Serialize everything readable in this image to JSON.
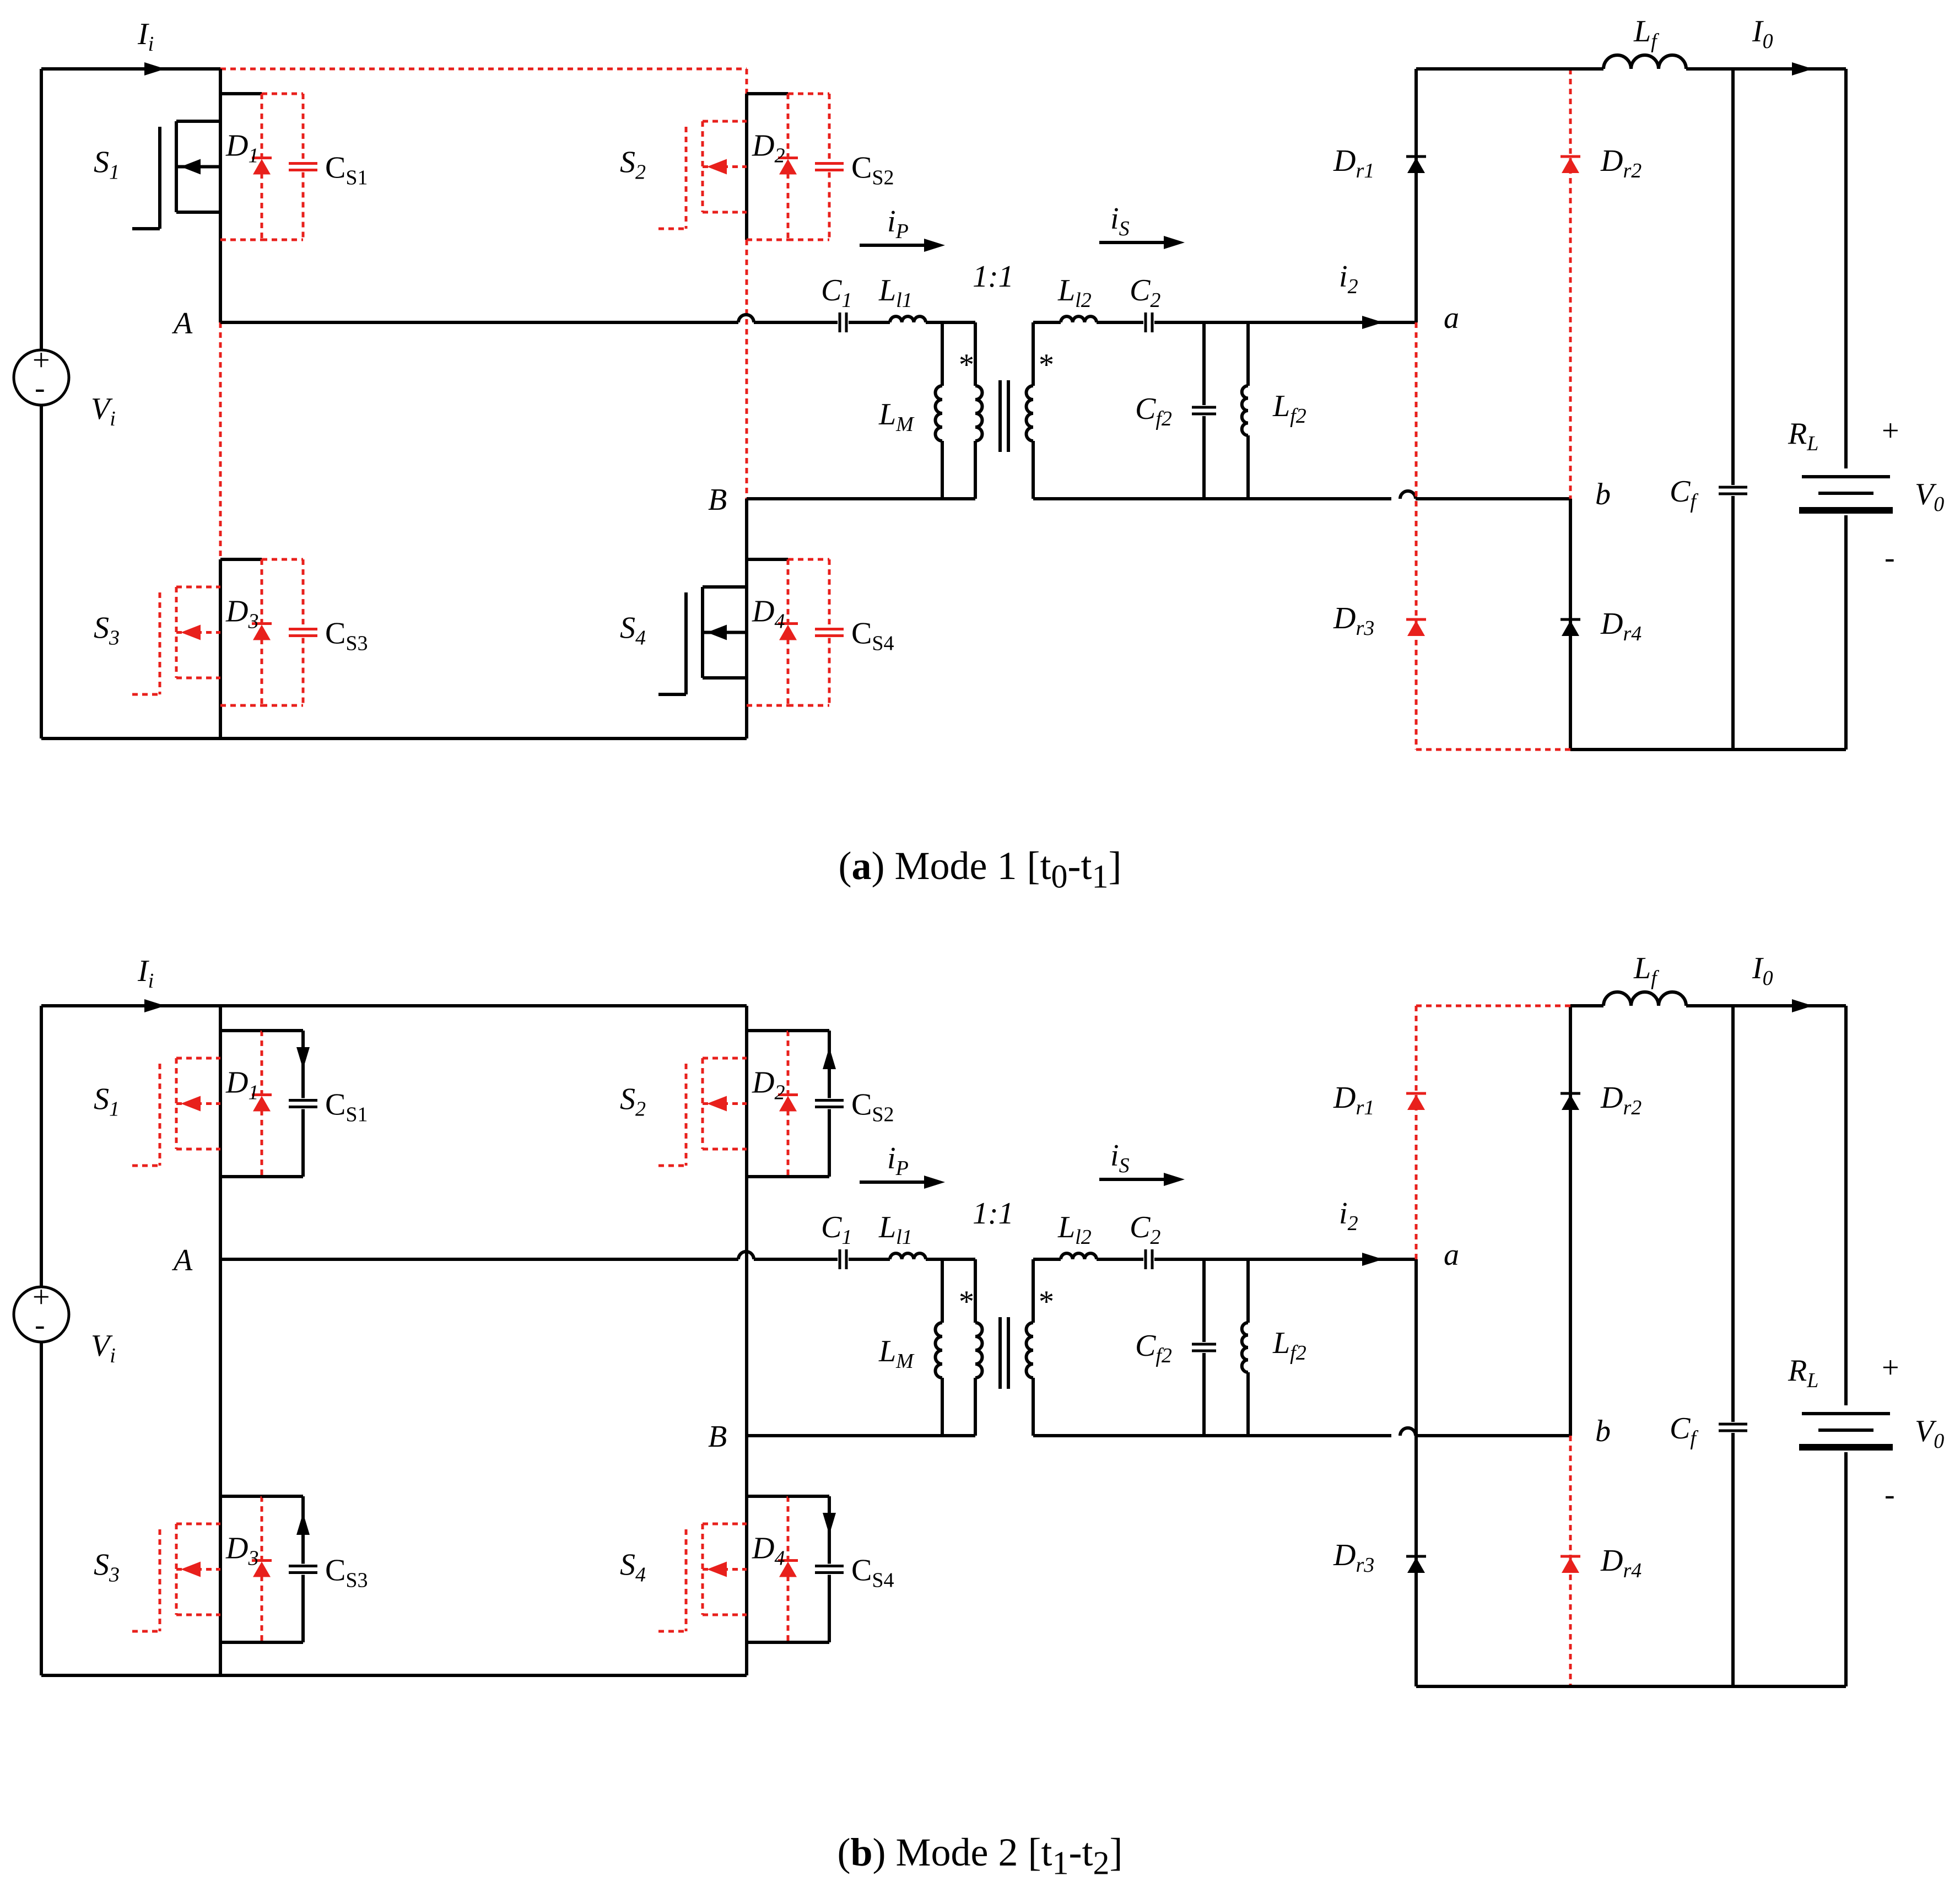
{
  "figures": [
    {
      "id": "a",
      "caption": {
        "letter": "a",
        "text": "Mode 1 [t0-t1]",
        "mode": "Mode 1",
        "interval_start": "t",
        "interval_start_sub": "0",
        "interval_end": "t",
        "interval_end_sub": "1"
      },
      "active": {
        "S1": true,
        "S2": false,
        "S3": false,
        "S4": true,
        "Dr1": true,
        "Dr2": false,
        "Dr3": false,
        "Dr4": true
      }
    },
    {
      "id": "b",
      "caption": {
        "letter": "b",
        "text": "Mode 2 [t1-t2]",
        "mode": "Mode 2",
        "interval_start": "t",
        "interval_start_sub": "1",
        "interval_end": "t",
        "interval_end_sub": "2"
      },
      "active": {
        "S1": false,
        "S2": false,
        "S3": false,
        "S4": false,
        "Dr1": false,
        "Dr2": true,
        "Dr3": true,
        "Dr4": false
      }
    }
  ],
  "labels": {
    "Ii": {
      "main": "I",
      "sub": "i"
    },
    "Vi": {
      "main": "V",
      "sub": "i"
    },
    "S1": {
      "main": "S",
      "sub": "1"
    },
    "S2": {
      "main": "S",
      "sub": "2"
    },
    "S3": {
      "main": "S",
      "sub": "3"
    },
    "S4": {
      "main": "S",
      "sub": "4"
    },
    "D1": {
      "main": "D",
      "sub": "1"
    },
    "D2": {
      "main": "D",
      "sub": "2"
    },
    "D3": {
      "main": "D",
      "sub": "3"
    },
    "D4": {
      "main": "D",
      "sub": "4"
    },
    "CS1": {
      "main": "C",
      "sub": "S1"
    },
    "CS2": {
      "main": "C",
      "sub": "S2"
    },
    "CS3": {
      "main": "C",
      "sub": "S3"
    },
    "CS4": {
      "main": "C",
      "sub": "S4"
    },
    "A": "A",
    "B": "B",
    "iP": {
      "main": "i",
      "sub": "P"
    },
    "iS": {
      "main": "i",
      "sub": "S"
    },
    "i2": {
      "main": "i",
      "sub": "2"
    },
    "C1": {
      "main": "C",
      "sub": "1"
    },
    "Ll1": {
      "main": "L",
      "sub": "l1"
    },
    "ratio": "1:1",
    "Ll2": {
      "main": "L",
      "sub": "l2"
    },
    "C2": {
      "main": "C",
      "sub": "2"
    },
    "LM": {
      "main": "L",
      "sub": "M"
    },
    "Cf2": {
      "main": "C",
      "sub": "f2"
    },
    "Lf2": {
      "main": "L",
      "sub": "f2"
    },
    "a": "a",
    "b": "b",
    "Dr1": {
      "main": "D",
      "sub": "r1"
    },
    "Dr2": {
      "main": "D",
      "sub": "r2"
    },
    "Dr3": {
      "main": "D",
      "sub": "r3"
    },
    "Dr4": {
      "main": "D",
      "sub": "r4"
    },
    "Lf": {
      "main": "L",
      "sub": "f"
    },
    "I0": {
      "main": "I",
      "sub": "0"
    },
    "Cf": {
      "main": "C",
      "sub": "f"
    },
    "RL": {
      "main": "R",
      "sub": "L"
    },
    "V0": {
      "main": "V",
      "sub": "0"
    },
    "plus": "+",
    "minus": "-",
    "dot": "*"
  },
  "colors": {
    "conducting": "#000000",
    "inactive": "#e8201c"
  }
}
